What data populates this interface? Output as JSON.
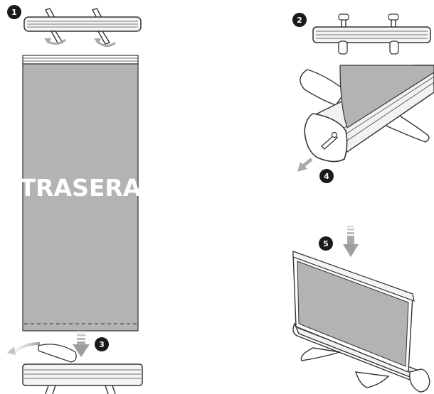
{
  "steps": {
    "step1": "1",
    "step2": "2",
    "step3": "3",
    "step4": "4",
    "step5": "5"
  },
  "panel_label": "TRASERA",
  "colors": {
    "banner_fill": "#b3b3b3",
    "outline": "#3a3a3a",
    "badge": "#1a1a1a",
    "arrow_gray": "#aaaaaa",
    "metal": "#f2f2f2"
  }
}
